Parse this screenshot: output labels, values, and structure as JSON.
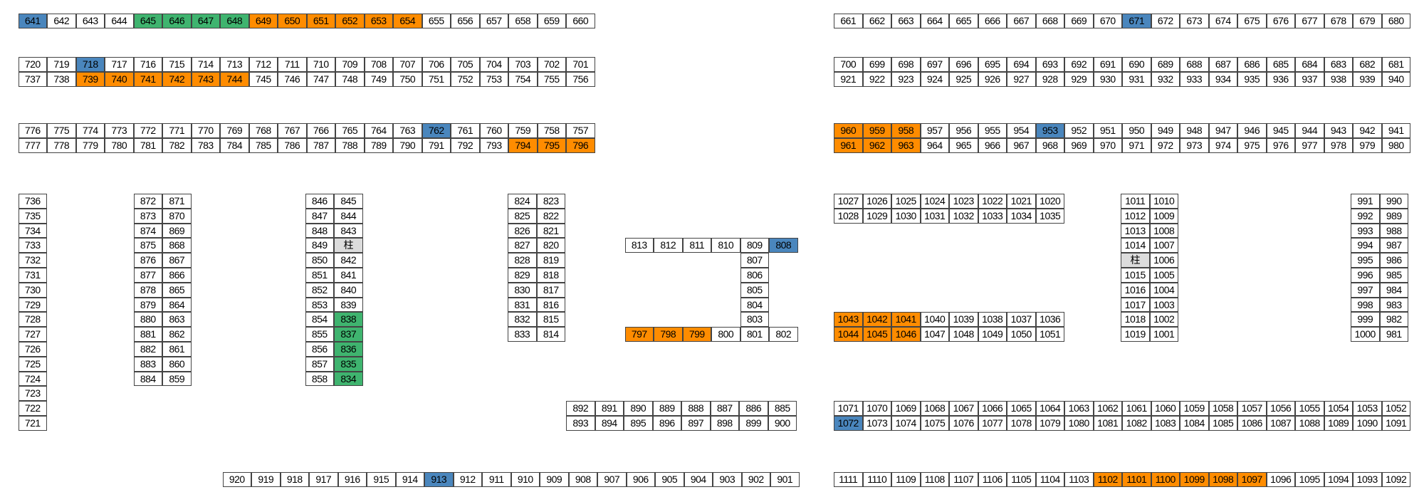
{
  "colors": {
    "blue": "#4a86bd",
    "green": "#3fb46f",
    "orange": "#ff8c00",
    "pillar": "#dcdcdc",
    "empty": "#ffffff"
  },
  "status": {
    "blue": [
      "641",
      "718",
      "762",
      "671",
      "953",
      "808",
      "913",
      "1072"
    ],
    "green": [
      "645",
      "646",
      "647",
      "648",
      "834",
      "835",
      "836",
      "837",
      "838"
    ],
    "orange": [
      "649",
      "650",
      "651",
      "652",
      "653",
      "654",
      "739",
      "740",
      "741",
      "742",
      "743",
      "744",
      "794",
      "795",
      "796",
      "958",
      "959",
      "960",
      "961",
      "962",
      "963",
      "797",
      "798",
      "799",
      "1041",
      "1042",
      "1043",
      "1044",
      "1045",
      "1046",
      "1097",
      "1098",
      "1099",
      "1100",
      "1101",
      "1102"
    ],
    "pillar": [
      "柱"
    ]
  },
  "blocks": {
    "row-641": [
      [
        "641",
        "642",
        "643",
        "644",
        "645",
        "646",
        "647",
        "648",
        "649",
        "650",
        "651",
        "652",
        "653",
        "654",
        "655",
        "656",
        "657",
        "658",
        "659",
        "660"
      ]
    ],
    "row-661": [
      [
        "661",
        "662",
        "663",
        "664",
        "665",
        "666",
        "667",
        "668",
        "669",
        "670",
        "671",
        "672",
        "673",
        "674",
        "675",
        "676",
        "677",
        "678",
        "679",
        "680"
      ]
    ],
    "block-720": [
      [
        "720",
        "719",
        "718",
        "717",
        "716",
        "715",
        "714",
        "713",
        "712",
        "711",
        "710",
        "709",
        "708",
        "707",
        "706",
        "705",
        "704",
        "703",
        "702",
        "701"
      ],
      [
        "737",
        "738",
        "739",
        "740",
        "741",
        "742",
        "743",
        "744",
        "745",
        "746",
        "747",
        "748",
        "749",
        "750",
        "751",
        "752",
        "753",
        "754",
        "755",
        "756"
      ]
    ],
    "block-700": [
      [
        "700",
        "699",
        "698",
        "697",
        "696",
        "695",
        "694",
        "693",
        "692",
        "691",
        "690",
        "689",
        "688",
        "687",
        "686",
        "685",
        "684",
        "683",
        "682",
        "681"
      ],
      [
        "921",
        "922",
        "923",
        "924",
        "925",
        "926",
        "927",
        "928",
        "929",
        "930",
        "931",
        "932",
        "933",
        "934",
        "935",
        "936",
        "937",
        "938",
        "939",
        "940"
      ]
    ],
    "block-776": [
      [
        "776",
        "775",
        "774",
        "773",
        "772",
        "771",
        "770",
        "769",
        "768",
        "767",
        "766",
        "765",
        "764",
        "763",
        "762",
        "761",
        "760",
        "759",
        "758",
        "757"
      ],
      [
        "777",
        "778",
        "779",
        "780",
        "781",
        "782",
        "783",
        "784",
        "785",
        "786",
        "787",
        "788",
        "789",
        "790",
        "791",
        "792",
        "793",
        "794",
        "795",
        "796"
      ]
    ],
    "block-960": [
      [
        "960",
        "959",
        "958",
        "957",
        "956",
        "955",
        "954",
        "953",
        "952",
        "951",
        "950",
        "949",
        "948",
        "947",
        "946",
        "945",
        "944",
        "943",
        "942",
        "941"
      ],
      [
        "961",
        "962",
        "963",
        "964",
        "965",
        "966",
        "967",
        "968",
        "969",
        "970",
        "971",
        "972",
        "973",
        "974",
        "975",
        "976",
        "977",
        "978",
        "979",
        "980"
      ]
    ],
    "column-736": [
      [
        "736"
      ],
      [
        "735"
      ],
      [
        "734"
      ],
      [
        "733"
      ],
      [
        "732"
      ],
      [
        "731"
      ],
      [
        "730"
      ],
      [
        "729"
      ],
      [
        "728"
      ],
      [
        "727"
      ],
      [
        "726"
      ],
      [
        "725"
      ],
      [
        "724"
      ],
      [
        "723"
      ],
      [
        "722"
      ],
      [
        "721"
      ]
    ],
    "pair-872": [
      [
        "872",
        "871"
      ],
      [
        "873",
        "870"
      ],
      [
        "874",
        "869"
      ],
      [
        "875",
        "868"
      ],
      [
        "876",
        "867"
      ],
      [
        "877",
        "866"
      ],
      [
        "878",
        "865"
      ],
      [
        "879",
        "864"
      ],
      [
        "880",
        "863"
      ],
      [
        "881",
        "862"
      ],
      [
        "882",
        "861"
      ],
      [
        "883",
        "860"
      ],
      [
        "884",
        "859"
      ]
    ],
    "pair-846": [
      [
        "846",
        "845"
      ],
      [
        "847",
        "844"
      ],
      [
        "848",
        "843"
      ],
      [
        "849",
        "柱"
      ],
      [
        "850",
        "842"
      ],
      [
        "851",
        "841"
      ],
      [
        "852",
        "840"
      ],
      [
        "853",
        "839"
      ],
      [
        "854",
        "838"
      ],
      [
        "855",
        "837"
      ],
      [
        "856",
        "836"
      ],
      [
        "857",
        "835"
      ],
      [
        "858",
        "834"
      ]
    ],
    "pair-824": [
      [
        "824",
        "823"
      ],
      [
        "825",
        "822"
      ],
      [
        "826",
        "821"
      ],
      [
        "827",
        "820"
      ],
      [
        "828",
        "819"
      ],
      [
        "829",
        "818"
      ],
      [
        "830",
        "817"
      ],
      [
        "831",
        "816"
      ],
      [
        "832",
        "815"
      ],
      [
        "833",
        "814"
      ]
    ],
    "block-813": [
      [
        "813",
        "812",
        "811",
        "810",
        "809",
        "808"
      ],
      [
        null,
        null,
        null,
        null,
        "807",
        null
      ],
      [
        null,
        null,
        null,
        null,
        "806",
        null
      ],
      [
        null,
        null,
        null,
        null,
        "805",
        null
      ],
      [
        null,
        null,
        null,
        null,
        "804",
        null
      ],
      [
        null,
        null,
        null,
        null,
        "803",
        null
      ],
      [
        "797",
        "798",
        "799",
        "800",
        "801",
        "802"
      ]
    ],
    "block-1027": [
      [
        "1027",
        "1026",
        "1025",
        "1024",
        "1023",
        "1022",
        "1021",
        "1020"
      ],
      [
        "1028",
        "1029",
        "1030",
        "1031",
        "1032",
        "1033",
        "1034",
        "1035"
      ]
    ],
    "block-1043": [
      [
        "1043",
        "1042",
        "1041",
        "1040",
        "1039",
        "1038",
        "1037",
        "1036"
      ],
      [
        "1044",
        "1045",
        "1046",
        "1047",
        "1048",
        "1049",
        "1050",
        "1051"
      ]
    ],
    "pair-1011": [
      [
        "1011",
        "1010"
      ],
      [
        "1012",
        "1009"
      ],
      [
        "1013",
        "1008"
      ],
      [
        "1014",
        "1007"
      ],
      [
        "柱",
        "1006"
      ],
      [
        "1015",
        "1005"
      ],
      [
        "1016",
        "1004"
      ],
      [
        "1017",
        "1003"
      ],
      [
        "1018",
        "1002"
      ],
      [
        "1019",
        "1001"
      ]
    ],
    "pair-991": [
      [
        "991",
        "990"
      ],
      [
        "992",
        "989"
      ],
      [
        "993",
        "988"
      ],
      [
        "994",
        "987"
      ],
      [
        "995",
        "986"
      ],
      [
        "996",
        "985"
      ],
      [
        "997",
        "984"
      ],
      [
        "998",
        "983"
      ],
      [
        "999",
        "982"
      ],
      [
        "1000",
        "981"
      ]
    ],
    "block-892": [
      [
        "892",
        "891",
        "890",
        "889",
        "888",
        "887",
        "886",
        "885"
      ],
      [
        "893",
        "894",
        "895",
        "896",
        "897",
        "898",
        "899",
        "900"
      ]
    ],
    "block-1071": [
      [
        "1071",
        "1070",
        "1069",
        "1068",
        "1067",
        "1066",
        "1065",
        "1064",
        "1063",
        "1062",
        "1061",
        "1060",
        "1059",
        "1058",
        "1057",
        "1056",
        "1055",
        "1054",
        "1053",
        "1052"
      ],
      [
        "1072",
        "1073",
        "1074",
        "1075",
        "1076",
        "1077",
        "1078",
        "1079",
        "1080",
        "1081",
        "1082",
        "1083",
        "1084",
        "1085",
        "1086",
        "1087",
        "1088",
        "1089",
        "1090",
        "1091"
      ]
    ],
    "row-920": [
      [
        "920",
        "919",
        "918",
        "917",
        "916",
        "915",
        "914",
        "913",
        "912",
        "911",
        "910",
        "909",
        "908",
        "907",
        "906",
        "905",
        "904",
        "903",
        "902",
        "901"
      ]
    ],
    "row-1111": [
      [
        "1111",
        "1110",
        "1109",
        "1108",
        "1107",
        "1106",
        "1105",
        "1104",
        "1103",
        "1102",
        "1101",
        "1100",
        "1099",
        "1098",
        "1097",
        "1096",
        "1095",
        "1094",
        "1093",
        "1092"
      ]
    ]
  }
}
